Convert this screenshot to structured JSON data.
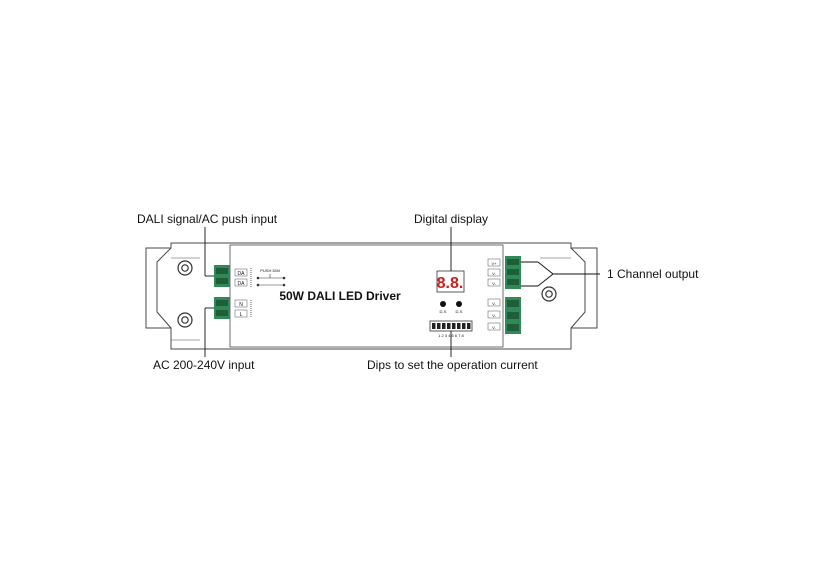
{
  "device": {
    "title": "50W DALI LED Driver",
    "display_digits": "8.8.",
    "button_left_label": "D-S",
    "button_right_label": "D-S",
    "dip_numbers": "1 2 3 4 5 6 7 8",
    "push_dim_label": "PUSH DIM",
    "input_terminals": [
      "DA",
      "DA"
    ],
    "power_terminals": [
      "N",
      "L"
    ],
    "output_terminals": [
      "V+",
      "V-",
      "V-"
    ],
    "output_terminals_lower": [
      "V-",
      "V-",
      "V-"
    ],
    "colors": {
      "outline": "#4a4a4a",
      "terminal": "#2f8a57",
      "text": "#111111"
    }
  },
  "callouts": {
    "dali_input": "DALI signal/AC push input",
    "digital_display": "Digital display",
    "channel_output": "1 Channel output",
    "ac_input": "AC 200-240V input",
    "dips": "Dips to set the operation current"
  }
}
